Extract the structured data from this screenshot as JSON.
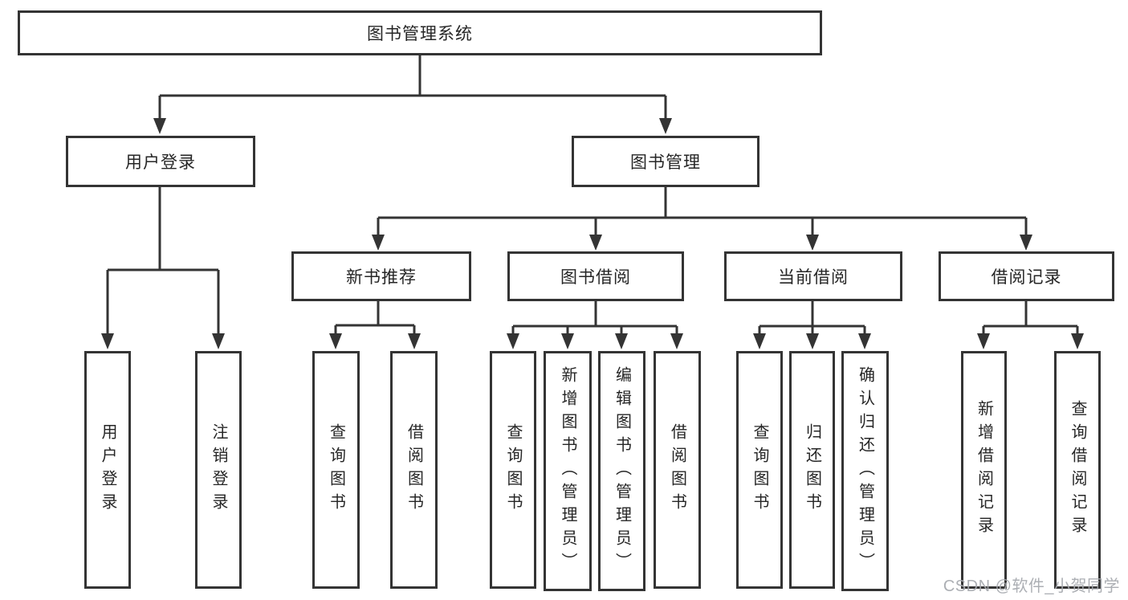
{
  "nodes": {
    "root": "图书管理系统",
    "user_login": "用户登录",
    "book_management": "图书管理",
    "new_book_recommend": "新书推荐",
    "book_borrow": "图书借阅",
    "current_borrow": "当前借阅",
    "borrow_records": "借阅记录",
    "leaf_user_login": "用户登录",
    "leaf_logout": "注销登录",
    "leaf_recommend_query_books": "查询图书",
    "leaf_recommend_borrow_books": "借阅图书",
    "leaf_borrow_query_books": "查询图书",
    "leaf_borrow_add_books": "新增图书（管理员）",
    "leaf_borrow_edit_books": "编辑图书（管理员）",
    "leaf_borrow_lend_books": "借阅图书",
    "leaf_current_query_books": "查询图书",
    "leaf_current_return_books": "归还图书",
    "leaf_current_confirm_return": "确认归还（管理员）",
    "leaf_records_add_record": "新增借阅记录",
    "leaf_records_query_record": "查询借阅记录"
  },
  "hierarchy": {
    "图书管理系统": {
      "用户登录": [
        "用户登录",
        "注销登录"
      ],
      "图书管理": {
        "新书推荐": [
          "查询图书",
          "借阅图书"
        ],
        "图书借阅": [
          "查询图书",
          "新增图书（管理员）",
          "编辑图书（管理员）",
          "借阅图书"
        ],
        "当前借阅": [
          "查询图书",
          "归还图书",
          "确认归还（管理员）"
        ],
        "借阅记录": [
          "新增借阅记录",
          "查询借阅记录"
        ]
      }
    }
  },
  "watermark": "CSDN @软件_小贺同学",
  "colors": {
    "line": "#343434",
    "text": "#262626",
    "background": "#ffffff",
    "watermark": "#a6a9ae"
  }
}
